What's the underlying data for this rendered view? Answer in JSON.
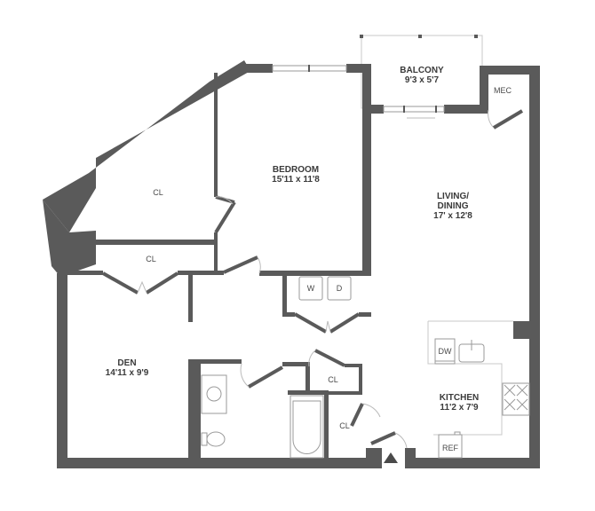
{
  "floorplan": {
    "rooms": [
      {
        "id": "balcony",
        "name": "BALCONY",
        "dims": "9'3 x 5'7"
      },
      {
        "id": "bedroom",
        "name": "BEDROOM",
        "dims": "15'11 x 11'8"
      },
      {
        "id": "living",
        "name": "LIVING/",
        "name2": "DINING",
        "dims": "17' x 12'8"
      },
      {
        "id": "den",
        "name": "DEN",
        "dims": "14'11 x 9'9"
      },
      {
        "id": "kitchen",
        "name": "KITCHEN",
        "dims": "11'2 x 7'9"
      }
    ],
    "labels": {
      "mec": "MEC",
      "closet_upper": "CL",
      "closet_lower": "CL",
      "closet_bath": "CL",
      "closet_hall": "CL",
      "washer": "W",
      "dryer": "D",
      "dishwasher": "DW",
      "refrigerator": "REF"
    },
    "colors": {
      "wall": "#5a5a5a",
      "background": "#ffffff",
      "text": "#3a3a3a"
    }
  }
}
